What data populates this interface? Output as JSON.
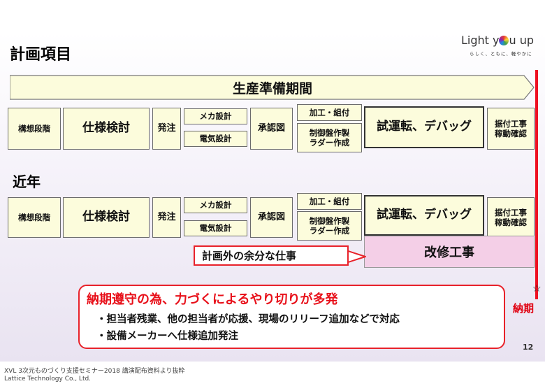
{
  "header": {
    "title": "計画項目",
    "logo_pre": "Light y",
    "logo_post": "u up",
    "logo_sub": "らしく、ともに、軽やかに"
  },
  "band": {
    "label": "生産準備期間"
  },
  "plan_row": {
    "concept": "構想段階",
    "spec": "仕様検討",
    "order": "発注",
    "mech": "メカ設計",
    "elec": "電気設計",
    "approval": "承認図",
    "machining": "加工・組付",
    "panel_line1": "制御盤作製",
    "panel_line2": "ラダー作成",
    "trial": "試運転、デバッグ",
    "install_line1": "据付工事",
    "install_line2": "稼動確認"
  },
  "recent": {
    "heading": "近年",
    "rework": "改修工事",
    "callout": "計画外の余分な仕事"
  },
  "deadline": {
    "star": "☆",
    "label": "納期"
  },
  "note": {
    "headline": "納期遵守の為、力づくによるやり切りが多発",
    "line1": "・担当者残業、他の担当者が応援、現場のリリーフ追加などで対応",
    "line2": "・設備メーカーへ仕様追加発注"
  },
  "page_number": "12",
  "footer": {
    "line1": "XVL 3次元ものづくり支援セミナー2018 講演配布資料より抜粋",
    "line2": "Lattice Technology Co., Ltd."
  },
  "colors": {
    "box_fill": "#fcfcdc",
    "arrow_fill": "#fcfcdc",
    "rework_fill": "#f4cfe7",
    "accent_red": "#e8222a"
  }
}
